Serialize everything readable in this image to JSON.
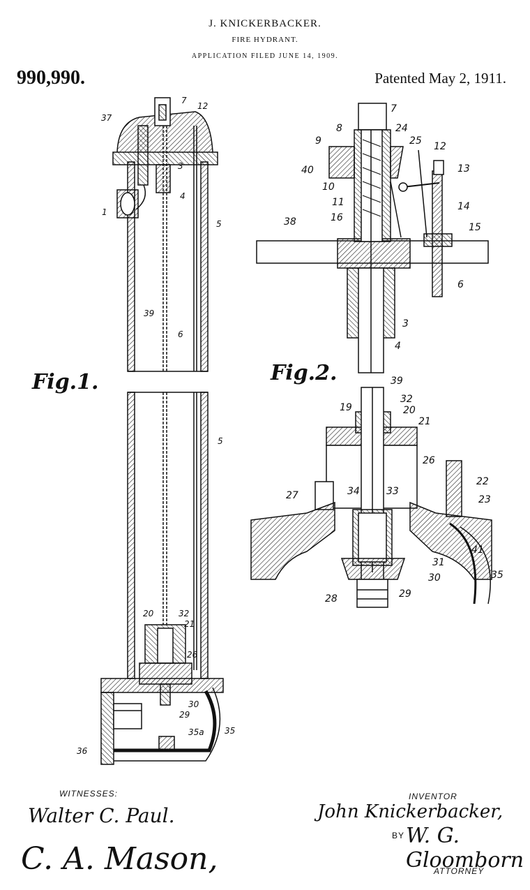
{
  "header": {
    "inventor": "J. KNICKERBACKER.",
    "title": "FIRE HYDRANT.",
    "application": "APPLICATION FILED JUNE 14, 1909.",
    "patent_number": "990,990.",
    "patent_date": "Patented May 2, 1911."
  },
  "figures": {
    "fig1": {
      "label": "Fig.1.",
      "refs": [
        "37",
        "7",
        "12",
        "3",
        "4",
        "1",
        "5",
        "39",
        "6",
        "5",
        "20",
        "32",
        "21",
        "26",
        "30",
        "29",
        "35a",
        "35",
        "36"
      ]
    },
    "fig2": {
      "label": "Fig.2.",
      "refs": [
        "7",
        "8",
        "24",
        "9",
        "25",
        "12",
        "13",
        "40",
        "10",
        "11",
        "14",
        "16",
        "38",
        "15",
        "6",
        "3",
        "4",
        "39",
        "19",
        "32",
        "20",
        "21",
        "26",
        "22",
        "27",
        "34",
        "33",
        "23",
        "41",
        "31",
        "35",
        "30",
        "28",
        "29"
      ]
    }
  },
  "signatures": {
    "witnesses_label": "WITNESSES:",
    "witness1": "Walter C. Paul.",
    "witness2": "C. A. Mason,",
    "inventor_label": "INVENTOR",
    "inventor_signature": "John Knickerbacker,",
    "by_label": "BY",
    "attorney_signature": "W. G. Gloomborn",
    "attorney_label": "ATTORNEY"
  }
}
